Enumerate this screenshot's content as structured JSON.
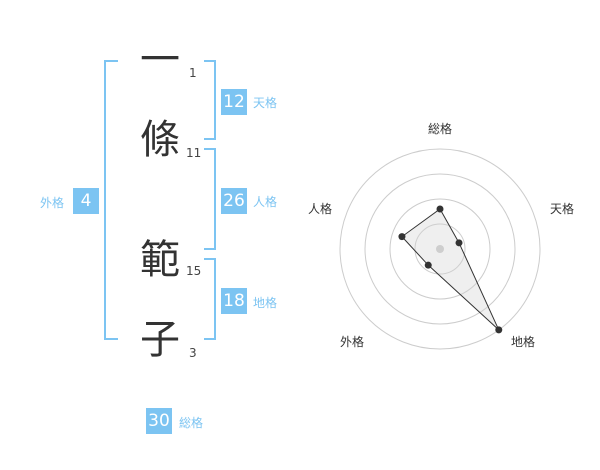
{
  "colors": {
    "accent": "#7cc4f2",
    "badge": "#7cc4f2",
    "text": "#333333",
    "ring": "#cccccc"
  },
  "name": {
    "chars": [
      {
        "char": "一",
        "strokes": "1"
      },
      {
        "char": "條",
        "strokes": "11"
      },
      {
        "char": "範",
        "strokes": "15"
      },
      {
        "char": "子",
        "strokes": "3"
      }
    ]
  },
  "fortunes": {
    "ten": {
      "value": "12",
      "label": "天格"
    },
    "jin": {
      "value": "26",
      "label": "人格"
    },
    "chi": {
      "value": "18",
      "label": "地格"
    },
    "gai": {
      "value": "4",
      "label": "外格"
    },
    "sou": {
      "value": "30",
      "label": "総格"
    }
  },
  "chart_data": {
    "type": "radar",
    "axes": [
      "総格",
      "天格",
      "地格",
      "外格",
      "人格"
    ],
    "values": [
      2,
      1,
      5,
      1,
      2
    ],
    "rmax": 5,
    "rings": 4
  }
}
